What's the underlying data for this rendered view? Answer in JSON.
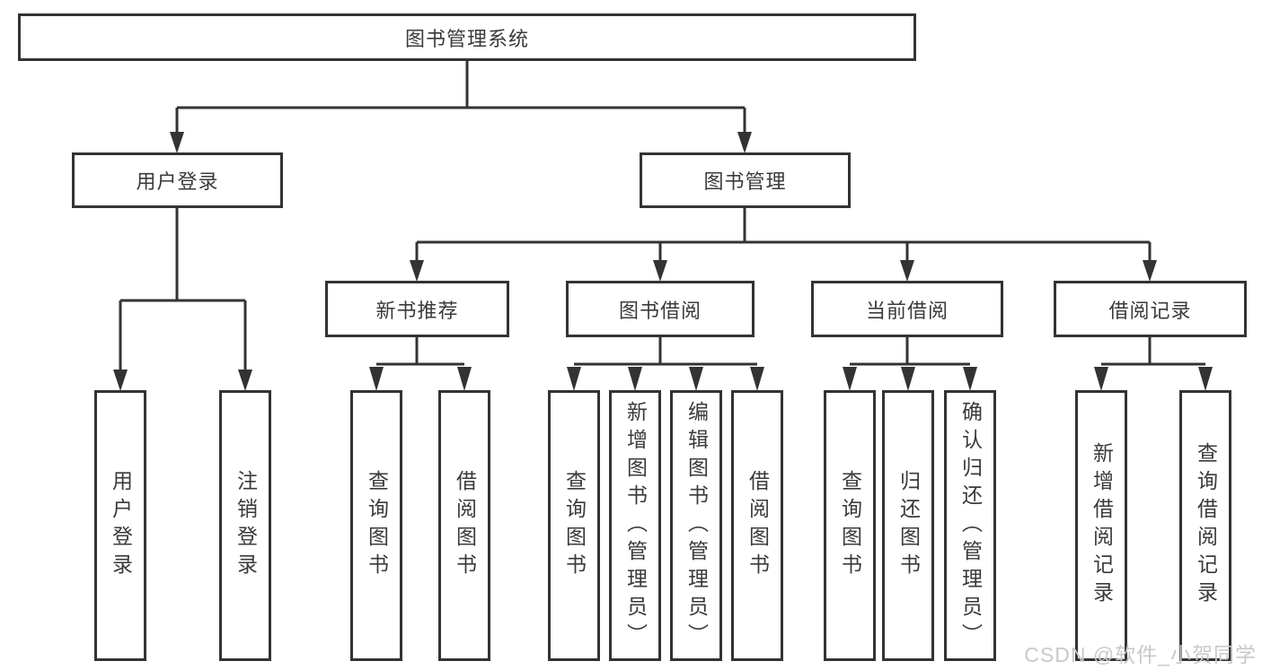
{
  "nodes": {
    "root": {
      "label": "图书管理系统"
    },
    "user_login": {
      "label": "用户登录"
    },
    "book_mgmt": {
      "label": "图书管理"
    },
    "new_books": {
      "label": "新书推荐"
    },
    "book_borrow": {
      "label": "图书借阅"
    },
    "current_borrow": {
      "label": "当前借阅"
    },
    "borrow_records": {
      "label": "借阅记录"
    },
    "leaf_user_login": {
      "label": "用户登录"
    },
    "leaf_logout": {
      "label": "注销登录"
    },
    "leaf_query_books_a": {
      "label": "查询图书"
    },
    "leaf_borrow_books_a": {
      "label": "借阅图书"
    },
    "leaf_query_books_b": {
      "label": "查询图书"
    },
    "leaf_add_books": {
      "label": "新增图书（管理员）"
    },
    "leaf_edit_books": {
      "label": "编辑图书（管理员）"
    },
    "leaf_borrow_books_b": {
      "label": "借阅图书"
    },
    "leaf_query_books_c": {
      "label": "查询图书"
    },
    "leaf_return_books": {
      "label": "归还图书"
    },
    "leaf_confirm_return": {
      "label": "确认归还（管理员）"
    },
    "leaf_add_record": {
      "label": "新增借阅记录"
    },
    "leaf_query_record": {
      "label": "查询借阅记录"
    }
  },
  "colors": {
    "line": "#333333",
    "box_border": "#333333",
    "text": "#3a3a3a",
    "watermark": "#c9c9c9"
  },
  "watermark": {
    "text": "CSDN @软件_小贺同学"
  }
}
